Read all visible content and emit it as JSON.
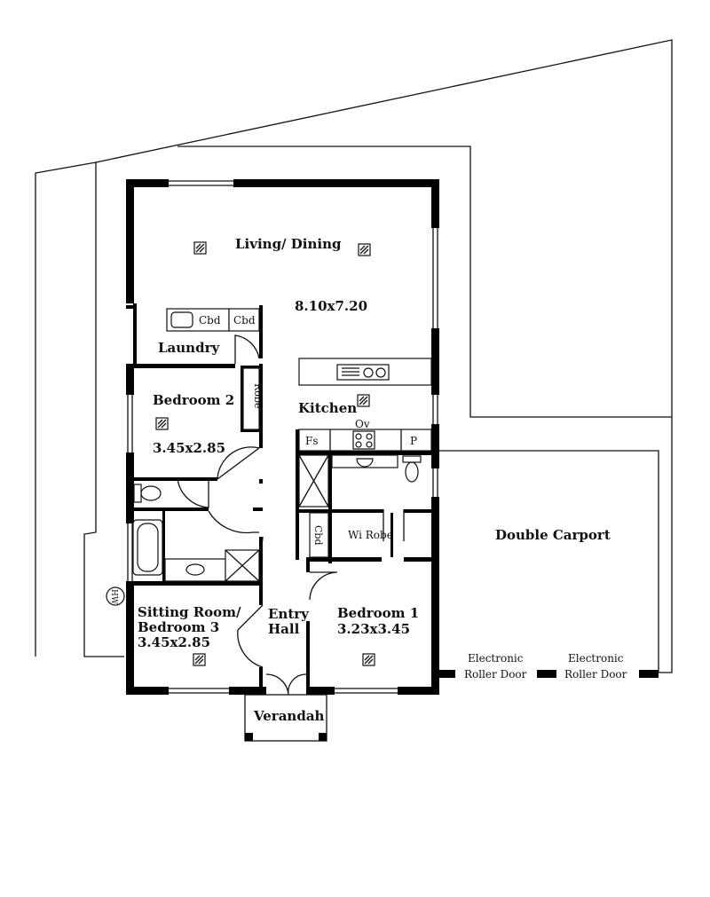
{
  "rooms": {
    "living": {
      "name": "Living/ Dining",
      "size": "8.10x7.20"
    },
    "laundry": {
      "name": "Laundry"
    },
    "bedroom2": {
      "name": "Bedroom 2",
      "size": "3.45x2.85"
    },
    "kitchen": {
      "name": "Kitchen"
    },
    "sitting": {
      "name_line1": "Sitting Room/",
      "name_line2": "Bedroom 3",
      "size": "3.45x2.85"
    },
    "entry": {
      "name_line1": "Entry",
      "name_line2": "Hall"
    },
    "bedroom1": {
      "name": "Bedroom 1",
      "size": "3.23x3.45"
    },
    "verandah": {
      "name": "Verandah"
    },
    "carport": {
      "name": "Double Carport"
    },
    "wirobe": {
      "name": "Wi Robe"
    }
  },
  "fixtures": {
    "cbd": "Cbd",
    "robe": "Robe",
    "oven": "Ov",
    "fridge": "Fs",
    "pantry": "P",
    "hot_water": "HW"
  },
  "doors": {
    "roller_line1": "Electronic",
    "roller_line2": "Roller Door"
  }
}
